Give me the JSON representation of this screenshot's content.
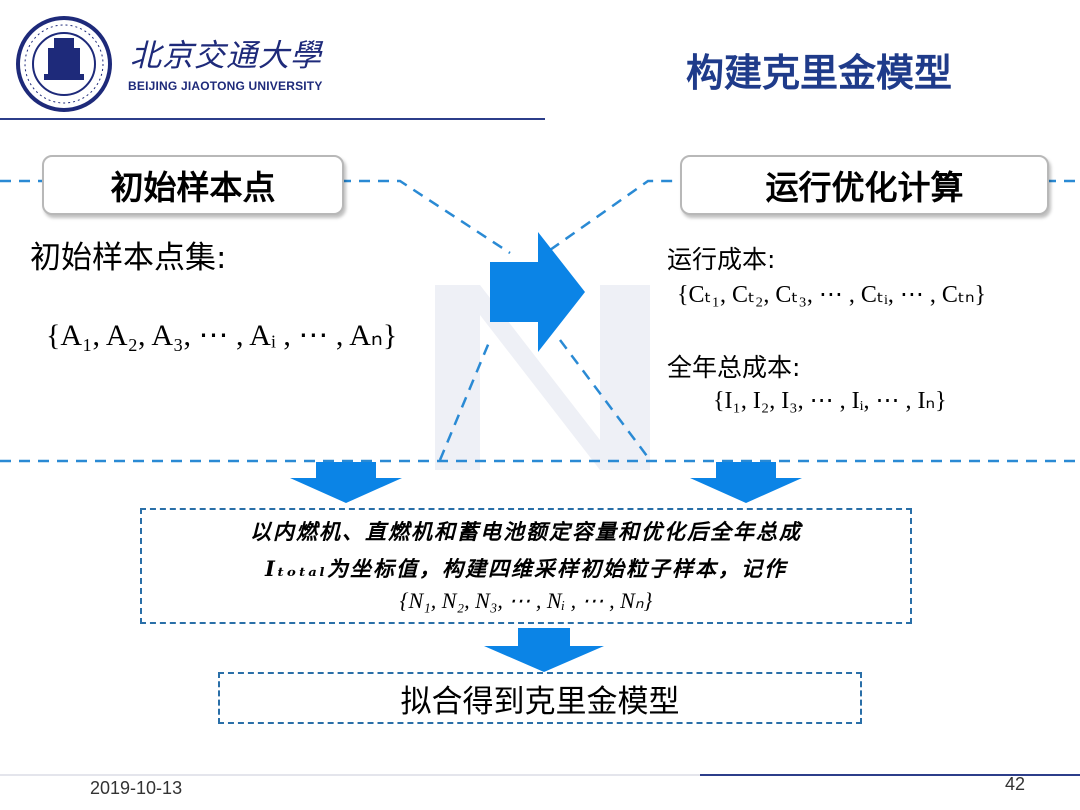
{
  "header": {
    "university_name_cn": "北京交通大學",
    "university_name_en": "BEIJING JIAOTONG UNIVERSITY",
    "slide_title": "构建克里金模型"
  },
  "left_panel": {
    "box_label": "初始样本点",
    "set_title": "初始样本点集:",
    "set_math": "{A₁, A₂, A₃, ⋯ , Aᵢ , ⋯ , Aₙ}"
  },
  "right_panel": {
    "box_label": "运行优化计算",
    "run_cost_label": "运行成本:",
    "run_cost_math": "{Cₜ₁, Cₜ₂, Cₜ₃, ⋯ , Cₜᵢ, ⋯ , Cₜₙ}",
    "annual_cost_label": "全年总成本:",
    "annual_cost_math": "{I₁, I₂, I₃, ⋯ , Iᵢ, ⋯ , Iₙ}"
  },
  "sampling_box": {
    "line1": "以内燃机、直燃机和蓄电池额定容量和优化后全年总成",
    "line2": "Iₜₒₜₐₗ为坐标值，构建四维采样初始粒子样本，记作",
    "line3": "{N₁, N₂, N₃, ⋯ , Nᵢ , ⋯ , Nₙ}"
  },
  "result_box": {
    "label": "拟合得到克里金模型"
  },
  "footer": {
    "date": "2019-10-13",
    "page_number": "42"
  },
  "colors": {
    "arrow_blue": "#0b84e6",
    "dash_blue": "#2a6fa8",
    "title_blue": "#1f3b8a",
    "logo_blue": "#1e2a7a"
  }
}
